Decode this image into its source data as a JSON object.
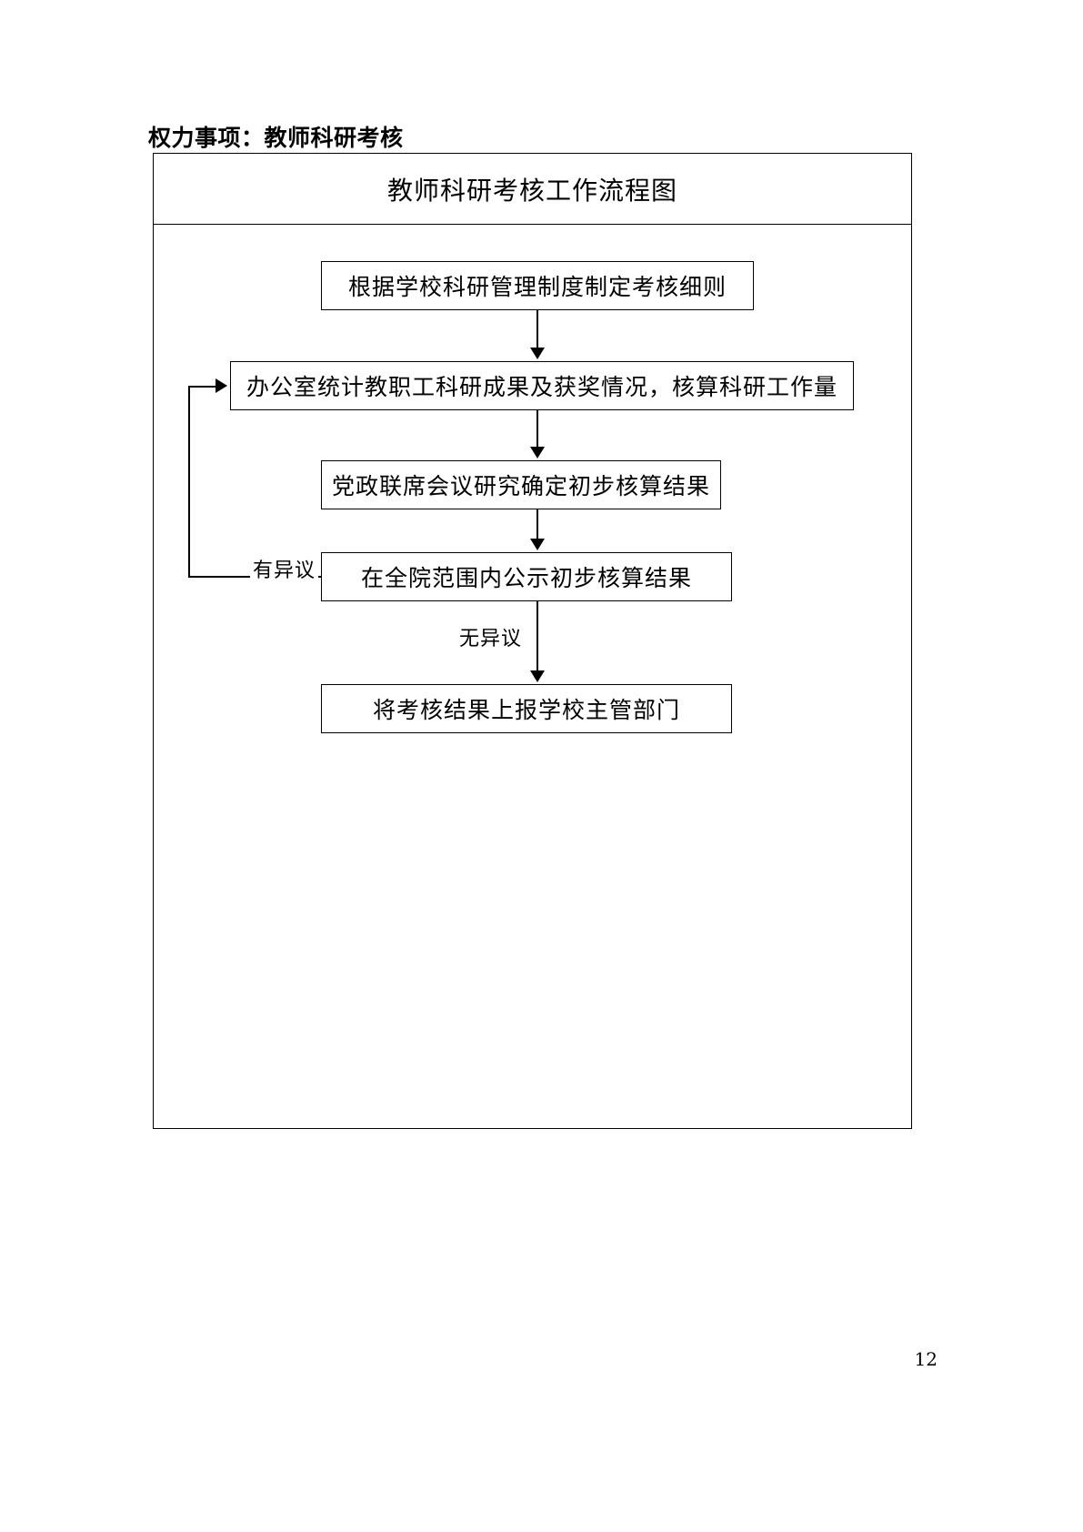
{
  "document": {
    "heading": "权力事项：教师科研考核",
    "page_number": "12"
  },
  "chart": {
    "title": "教师科研考核工作流程图",
    "nodes": [
      {
        "id": "node-1",
        "label": "根据学校科研管理制度制定考核细则"
      },
      {
        "id": "node-2",
        "label": "办公室统计教职工科研成果及获奖情况，核算科研工作量"
      },
      {
        "id": "node-3",
        "label": "党政联席会议研究确定初步核算结果"
      },
      {
        "id": "node-4",
        "label": "在全院范围内公示初步核算结果"
      },
      {
        "id": "node-5",
        "label": "将考核结果上报学校主管部门"
      }
    ],
    "edge_labels": {
      "objection": "有异议",
      "no_objection": "无异议"
    },
    "colors": {
      "line": "#000000",
      "text": "#000000",
      "background": "#ffffff"
    }
  }
}
